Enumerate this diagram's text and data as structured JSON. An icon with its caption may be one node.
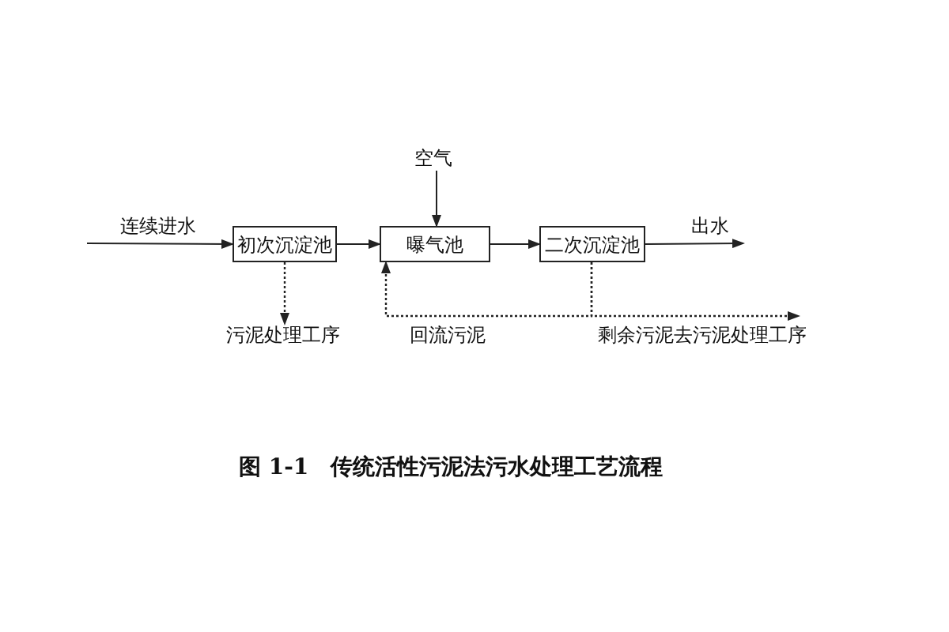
{
  "diagram": {
    "caption": "图 1-1　传统活性污泥法污水处理工艺流程",
    "nodes": [
      {
        "text": [
          "初次沉淀池"
        ]
      },
      {
        "text": [
          "曝气池"
        ]
      },
      {
        "text": [
          "二次沉淀池"
        ]
      },
      {
        "text": [
          "空气"
        ]
      },
      {
        "text": [
          "污泥处理工序"
        ]
      },
      {
        "text": [
          "剩余污泥去污泥处理工序"
        ]
      }
    ],
    "edges": [
      {
        "from": null,
        "to": 0,
        "arrow": "to",
        "label": "连续进水"
      },
      {
        "from": 0,
        "to": 1,
        "arrow": "to"
      },
      {
        "from": 1,
        "to": 2,
        "arrow": "to"
      },
      {
        "from": 2,
        "to": null,
        "arrow": "to",
        "label": "出水"
      },
      {
        "from": 3,
        "to": 1,
        "arrow": "to"
      },
      {
        "from": 0,
        "to": 4,
        "arrow": "to",
        "style": "dashed"
      },
      {
        "from": 2,
        "to": 1,
        "arrow": "to",
        "style": "dashed",
        "label": "回流污泥"
      },
      {
        "from": 2,
        "to": 5,
        "arrow": "to",
        "style": "dashed"
      }
    ]
  }
}
